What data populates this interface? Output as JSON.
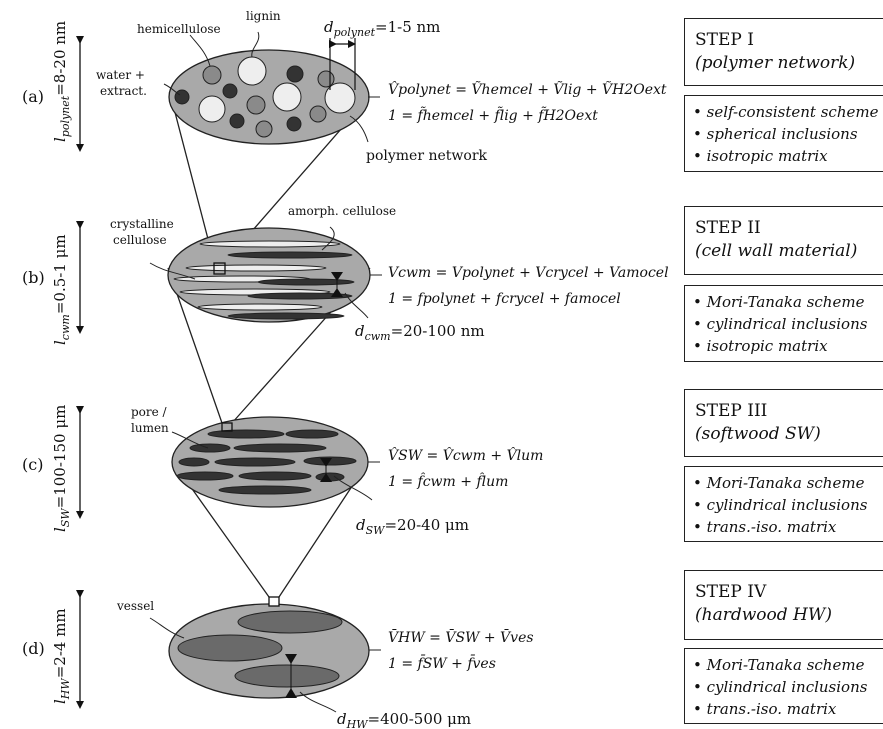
{
  "levels": [
    {
      "label": "(a)",
      "scale_main": "l",
      "scale_sub": "polynet",
      "scale_value": "=8-20 nm",
      "size_main": "d",
      "size_sub": "polynet",
      "size_value": "=1-5 nm",
      "eq1": "V̂polynet = Ṽhemcel + Ṽlig + ṼH2Oext",
      "eq2": "1 = f̃hemcel + f̃lig + f̃H2Oext",
      "callouts": [
        "hemicellulose",
        "lignin",
        "water +",
        "extract.",
        "polymer network"
      ],
      "step_title": "STEP I",
      "step_sub": "(polymer network)",
      "features": [
        "self-consistent scheme",
        "spherical inclusions",
        "isotropic matrix"
      ]
    },
    {
      "label": "(b)",
      "scale_main": "l",
      "scale_sub": "cwm",
      "scale_value": "=0.5-1 μm",
      "size_main": "d",
      "size_sub": "cwm",
      "size_value": "=20-100 nm",
      "eq1": "Vcwm = Vpolynet + Vcrycel + Vamocel",
      "eq2": "1 = fpolynet + fcrycel + famocel",
      "callouts": [
        "crystalline",
        "cellulose",
        "amorph. cellulose"
      ],
      "step_title": "STEP II",
      "step_sub": "(cell wall material)",
      "features": [
        "Mori-Tanaka scheme",
        "cylindrical inclusions",
        "isotropic matrix"
      ]
    },
    {
      "label": "(c)",
      "scale_main": "l",
      "scale_sub": "SW",
      "scale_value": "=100-150 μm",
      "size_main": "d",
      "size_sub": "SW",
      "size_value": "=20-40 μm",
      "eq1": "V̂SW = V̂cwm + V̂lum",
      "eq2": "1 = f̂cwm + f̂lum",
      "callouts": [
        "pore /",
        "lumen"
      ],
      "step_title": "STEP III",
      "step_sub": "(softwood SW)",
      "features": [
        "Mori-Tanaka scheme",
        "cylindrical inclusions",
        "trans.-iso. matrix"
      ]
    },
    {
      "label": "(d)",
      "scale_main": "l",
      "scale_sub": "HW",
      "scale_value": "=2-4 mm",
      "size_main": "d",
      "size_sub": "HW",
      "size_value": "=400-500 μm",
      "eq1": "V̄HW = V̄SW + V̄ves",
      "eq2": "1 = f̄SW + f̄ves",
      "callouts": [
        "vessel"
      ],
      "step_title": "STEP IV",
      "step_sub": "(hardwood HW)",
      "features": [
        "Mori-Tanaka scheme",
        "cylindrical inclusions",
        "trans.-iso. matrix"
      ]
    }
  ],
  "colors": {
    "matrix": "#a9a9a9",
    "light_inclusion": "#eeeeee",
    "mid_inclusion": "#8a8a8a",
    "dark_inclusion": "#333333",
    "vessel": "#6a6a6a"
  }
}
